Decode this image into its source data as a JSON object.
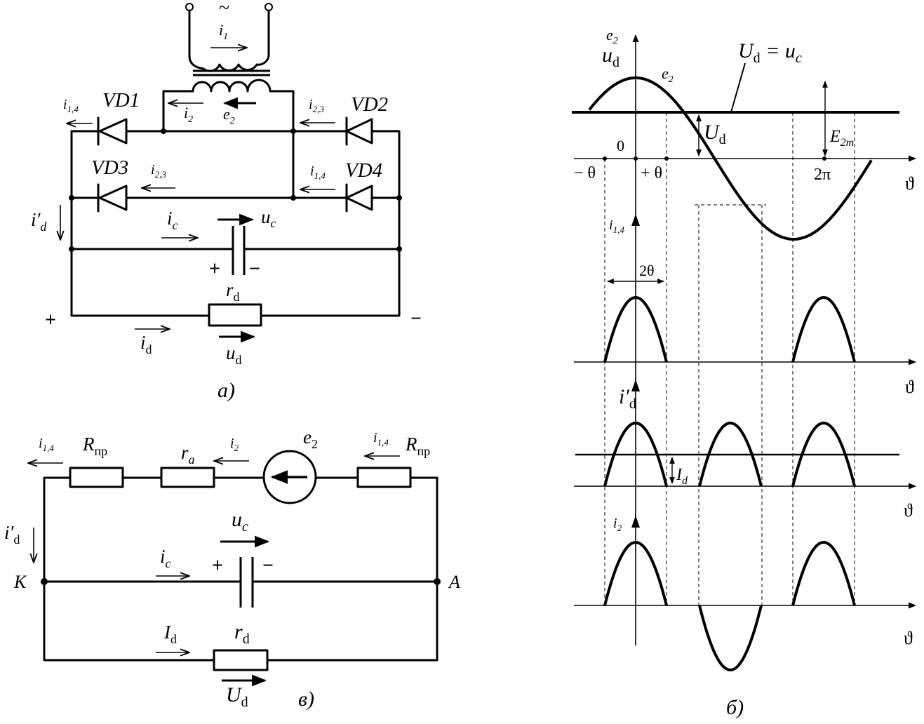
{
  "labels": {
    "tr_ac": "~",
    "tr_i1": "i",
    "tr_i1_sub": "1",
    "tr_i2": "i",
    "tr_i2_sub": "2",
    "tr_e2": "e",
    "tr_e2_sub": "2",
    "vd1": "VD1",
    "vd2": "VD2",
    "vd3": "VD3",
    "vd4": "VD4",
    "a_i14_vd1": "i",
    "a_i14_vd1_sub": "1,4",
    "a_i23_vd2": "i",
    "a_i23_vd2_sub": "2,3",
    "a_i23_vd3": "i",
    "a_i23_vd3_sub": "2,3",
    "a_i14_vd4": "i",
    "a_i14_vd4_sub": "1,4",
    "a_idp": "i′",
    "a_idp_sub": "d",
    "a_ic": "i",
    "a_ic_sub": "c",
    "a_uc": "u",
    "a_uc_sub": "c",
    "a_cap_plus": "+",
    "a_cap_minus": "−",
    "a_rd": "r",
    "a_rd_sub": "d",
    "a_plus": "+",
    "a_minus": "−",
    "a_id": "i",
    "a_id_sub": "d",
    "a_ud": "u",
    "a_ud_sub": "d",
    "a_caption": "а)",
    "v_i14_left": "i",
    "v_i14_left_sub": "1,4",
    "v_rpr_left": "R",
    "v_rpr_left_sub": "пр",
    "v_ra": "r",
    "v_ra_sub": "a",
    "v_i2": "i",
    "v_i2_sub": "2",
    "v_e2": "e",
    "v_e2_sub": "2",
    "v_i14_right": "i",
    "v_i14_right_sub": "1,4",
    "v_rpr_right": "R",
    "v_rpr_right_sub": "пр",
    "v_idp": "i′",
    "v_idp_sub": "d",
    "v_uc": "u",
    "v_uc_sub": "c",
    "v_ic": "i",
    "v_ic_sub": "c",
    "v_cap_plus": "+",
    "v_cap_minus": "−",
    "v_node_k": "K",
    "v_node_a": "A",
    "v_Id": "I",
    "v_Id_sub": "d",
    "v_rd": "r",
    "v_rd_sub": "d",
    "v_Ud": "U",
    "v_Ud_sub": "d",
    "v_caption": "в)",
    "b_y1_e2": "e",
    "b_y1_e2_sub": "2",
    "b_y1_ud": "u",
    "b_y1_ud_sub": "d",
    "b_Udeq": "U",
    "b_Udeq_sub": "d",
    "b_Udeq_rhs": " = u",
    "b_Udeq_rhs_sub": "c",
    "b_e2_curve": "e",
    "b_e2_curve_sub": "2",
    "b_zero": "0",
    "b_Ud_dim": "U",
    "b_Ud_dim_sub": "d",
    "b_E2m": "E",
    "b_E2m_sub": "2m",
    "b_minus_theta": "− θ",
    "b_plus_theta": "+ θ",
    "b_2pi": "2π",
    "b_theta_axis1": "ϑ",
    "b_i14": "i",
    "b_i14_sub": "1,4",
    "b_2theta": "2θ",
    "b_theta_axis2": "ϑ",
    "b_idp": "i′",
    "b_idp_sub": "d",
    "b_Id": "I",
    "b_Id_sub": "d",
    "b_theta_axis3": "ϑ",
    "b_i2": "i",
    "b_i2_sub": "2",
    "b_theta_axis4": "ϑ",
    "b_caption": "б)"
  }
}
